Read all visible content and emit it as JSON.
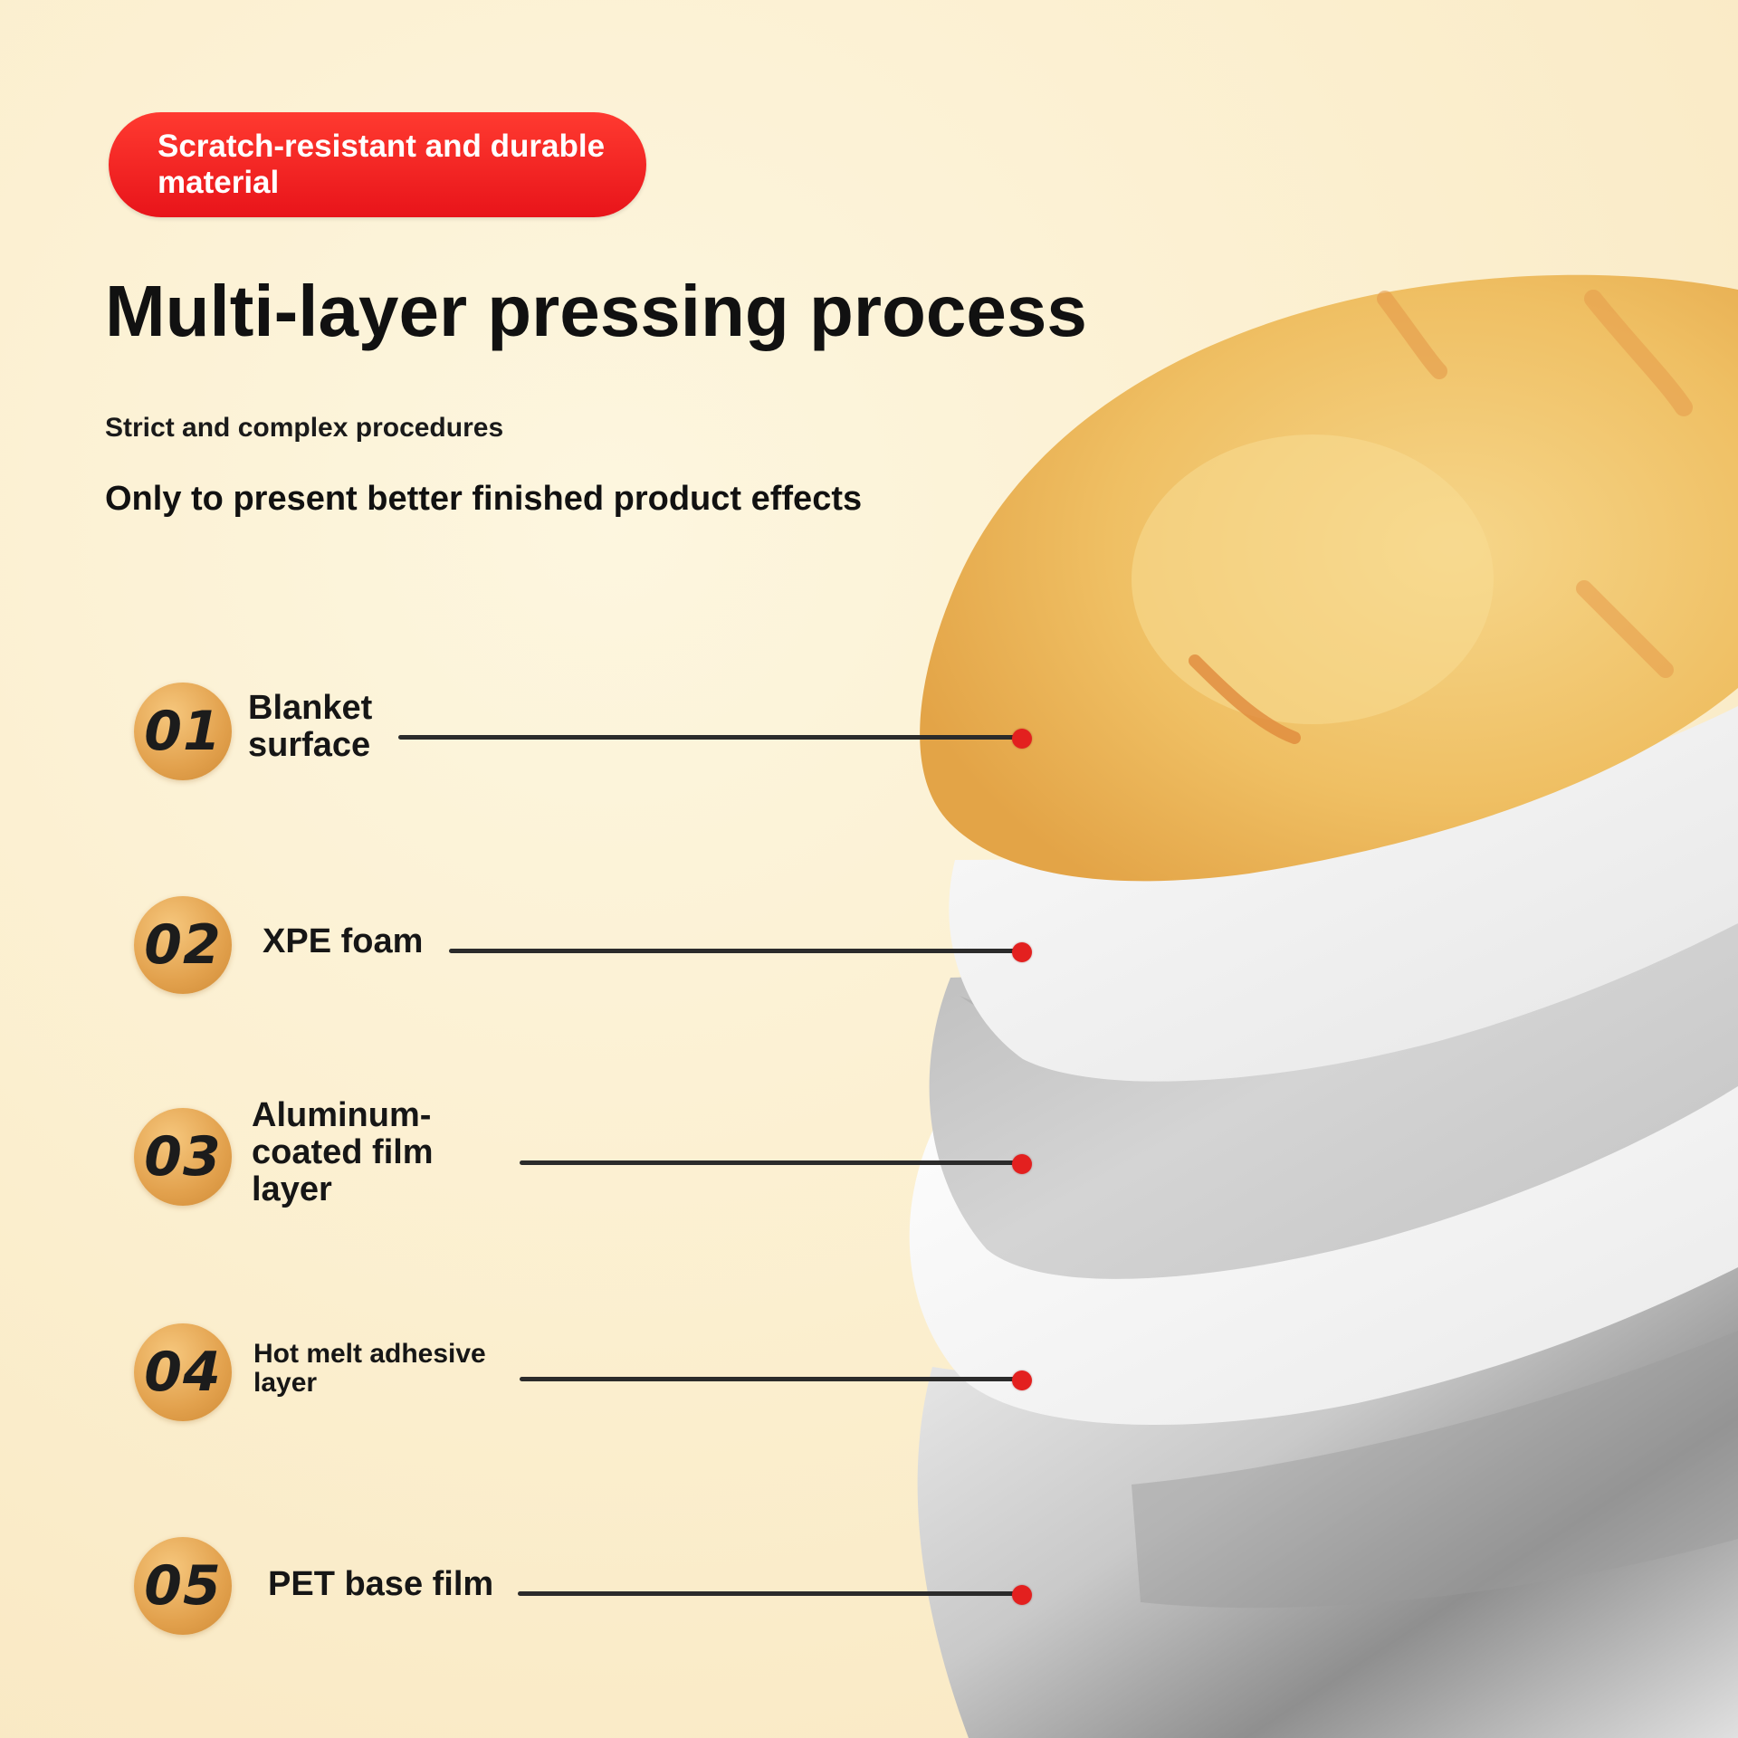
{
  "badge_text": "Scratch-resistant and durable material",
  "title": "Multi-layer pressing process",
  "subtitle": "Strict and complex procedures",
  "tagline": "Only to present better finished product effects",
  "layers": [
    {
      "number": "01",
      "label": "Blanket surface"
    },
    {
      "number": "02",
      "label": "XPE foam"
    },
    {
      "number": "03",
      "label": "Aluminum-coated film layer"
    },
    {
      "number": "04",
      "label": "Hot melt adhesive layer"
    },
    {
      "number": "05",
      "label": "PET base film"
    }
  ],
  "colors": {
    "accent_red": "#e8141a",
    "badge_gold": "#e2a14d",
    "background": "#fbeecd"
  }
}
